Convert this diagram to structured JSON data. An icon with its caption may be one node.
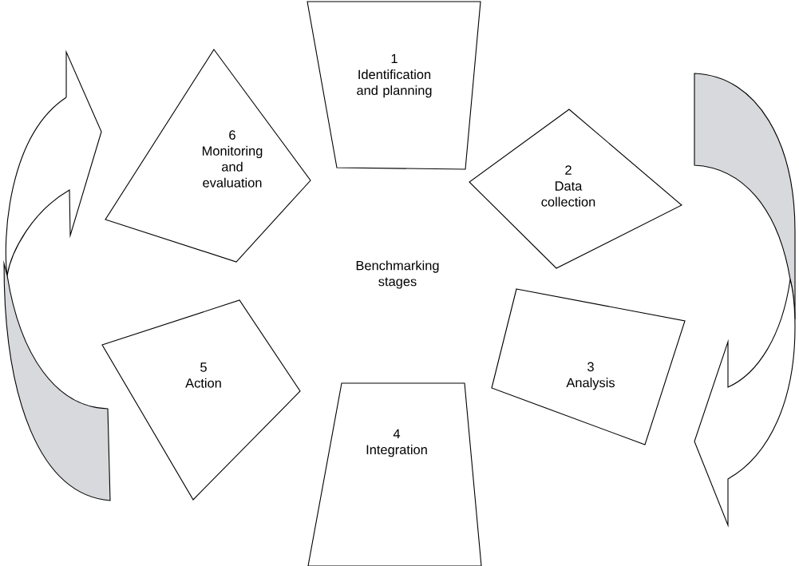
{
  "diagram": {
    "nodes": [
      {
        "text": [
          "1",
          "Identification and planning"
        ]
      },
      {
        "text": [
          "2",
          "Data collection"
        ]
      },
      {
        "text": [
          "3",
          "Analysis"
        ]
      },
      {
        "text": [
          "4",
          "Integration"
        ]
      },
      {
        "text": [
          "5",
          "Action"
        ]
      },
      {
        "text": [
          "6",
          "Monitoring and evaluation"
        ]
      }
    ],
    "labels": [
      "Benchmarking stages"
    ]
  }
}
